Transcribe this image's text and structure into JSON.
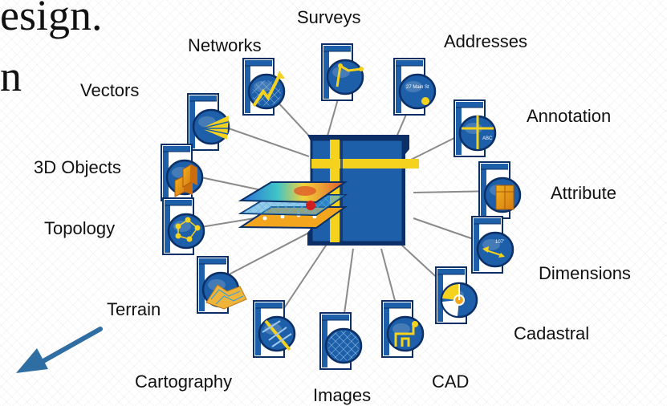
{
  "heading": {
    "line1_fragment": "esign.",
    "line2_fragment": "n"
  },
  "diagram": {
    "labels": {
      "surveys": "Surveys",
      "networks": "Networks",
      "addresses": "Addresses",
      "vectors": "Vectors",
      "annotation": "Annotation",
      "objects_3d": "3D Objects",
      "attribute": "Attribute",
      "topology": "Topology",
      "dimensions": "Dimensions",
      "terrain": "Terrain",
      "cadastral": "Cadastral",
      "cartography": "Cartography",
      "cad": "CAD",
      "images": "Images"
    },
    "icon_text": {
      "address_sample": "27 Main St",
      "annotation_sample": "ABC",
      "dimension_sample": "107'"
    }
  },
  "colors": {
    "icon_blue": "#1d5fa8",
    "icon_dark": "#0b2f66",
    "accent_yellow": "#f4d21d",
    "connector_gray": "#8a8a8a",
    "arrow_blue": "#2f6ea3"
  }
}
